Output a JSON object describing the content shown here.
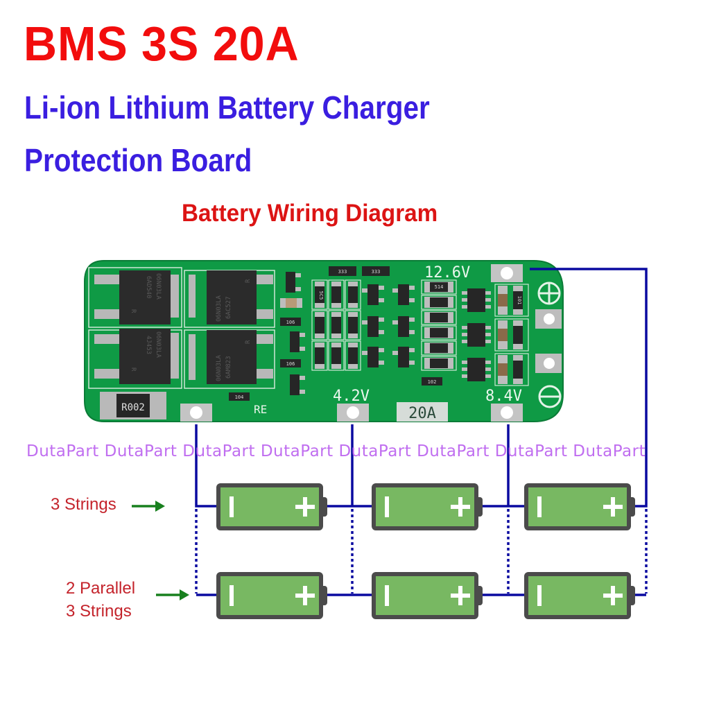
{
  "header": {
    "title": "BMS 3S 20A",
    "subtitle_line1": "Li-ion Lithium Battery Charger",
    "subtitle_line2": "Protection Board"
  },
  "diagram": {
    "title": "Battery Wiring Diagram",
    "board": {
      "color": "#0f9a45",
      "terminals": {
        "positive_voltage": "12.6V",
        "mid_voltage_1": "4.2V",
        "mid_voltage_2": "8.4V",
        "current_rating": "20A",
        "shunt_marking": "R002",
        "re_marking": "RE"
      },
      "mosfet_markings": [
        {
          "line1": "06N03LA",
          "line2": "6AD540",
          "line3": "R"
        },
        {
          "line1": "06N03LA",
          "line2": "6AC527",
          "line3": "R"
        },
        {
          "line1": "06N03LA",
          "line2": "4J453",
          "line3": "R"
        },
        {
          "line1": "06N03LA",
          "line2": "6AM823",
          "line3": "R"
        }
      ],
      "resistor_codes": {
        "top_left": "333",
        "top_right": "333",
        "r106_a": "106",
        "r106_b": "106",
        "r104": "104",
        "r102": "102",
        "r5": "5C5",
        "r514": "514",
        "r101": "101"
      },
      "polarity_plus": "plus-symbol-icon",
      "polarity_minus": "minus-symbol-icon"
    },
    "labels": {
      "row1": "3 Strings",
      "row2_line1": "2 Parallel",
      "row2_line2": "3 Strings"
    },
    "battery": {
      "negative_symbol": "I",
      "positive_symbol": "+",
      "fill_color": "#78b862",
      "frame_color": "#4b4b4b"
    },
    "wire_color": "#0a0aa0",
    "arrow_color": "#18801e"
  },
  "watermark": "DutaPart DutaPart DutaPart DutaPart DutaPart DutaPart DutaPart DutaPart"
}
